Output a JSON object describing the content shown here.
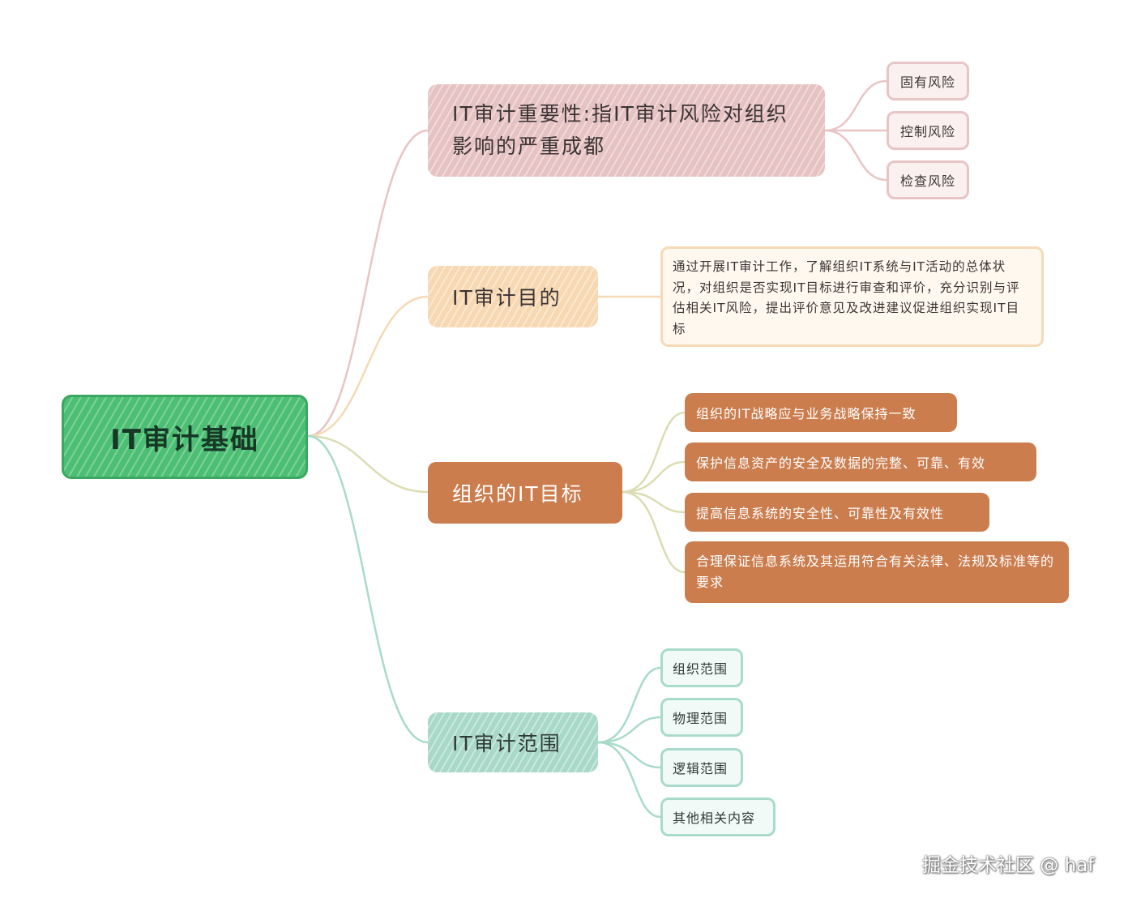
{
  "colors": {
    "root": "#4dbf74",
    "branch_importance": "#e6c2c2",
    "branch_purpose": "#f7d8b2",
    "branch_objectives": "#cb7d4e",
    "branch_scope": "#a8d8c8"
  },
  "root": {
    "label": "IT审计基础"
  },
  "branches": [
    {
      "label": "IT审计重要性:指IT审计风险对组织影响的严重成都",
      "children": [
        "固有风险",
        "控制风险",
        "检查风险"
      ]
    },
    {
      "label": "IT审计目的",
      "children": [
        "通过开展IT审计工作，了解组织IT系统与IT活动的总体状况，对组织是否实现IT目标进行审查和评价，充分识别与评估相关IT风险，提出评价意见及改进建议促进组织实现IT目标"
      ]
    },
    {
      "label": "组织的IT目标",
      "children": [
        "组织的IT战略应与业务战略保持一致",
        "保护信息资产的安全及数据的完整、可靠、有效",
        "提高信息系统的安全性、可靠性及有效性",
        "合理保证信息系统及其运用符合有关法律、法规及标准等的要求"
      ]
    },
    {
      "label": "IT审计范围",
      "children": [
        "组织范围",
        "物理范围",
        "逻辑范围",
        "其他相关内容"
      ]
    }
  ],
  "watermark": "掘金技术社区 @ haf"
}
